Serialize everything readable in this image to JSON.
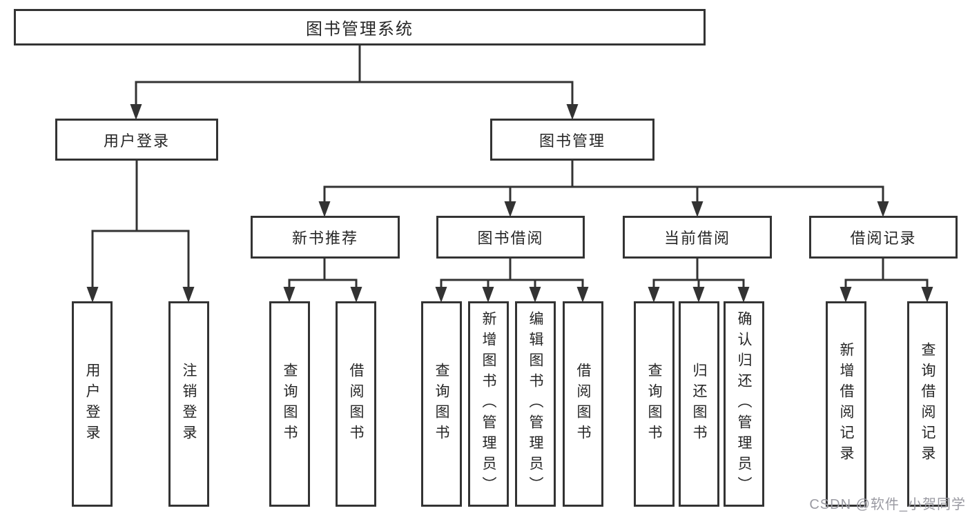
{
  "root": {
    "label": "图书管理系统"
  },
  "user_login": {
    "label": "用户登录",
    "children": {
      "login": {
        "label": "用户登录"
      },
      "logout": {
        "label": "注销登录"
      }
    }
  },
  "book_mgmt": {
    "label": "图书管理",
    "children": {
      "new_book_rec": {
        "label": "新书推荐",
        "children": {
          "query_books": {
            "label": "查询图书"
          },
          "borrow_books": {
            "label": "借阅图书"
          }
        }
      },
      "book_borrow": {
        "label": "图书借阅",
        "children": {
          "query_books": {
            "label": "查询图书"
          },
          "add_books_admin": {
            "label": "新增图书（管理员）"
          },
          "edit_books_admin": {
            "label": "编辑图书（管理员）"
          },
          "borrow_books": {
            "label": "借阅图书"
          }
        }
      },
      "current_borrow": {
        "label": "当前借阅",
        "children": {
          "query_books": {
            "label": "查询图书"
          },
          "return_books": {
            "label": "归还图书"
          },
          "confirm_return_admin": {
            "label": "确认归还（管理员）"
          }
        }
      },
      "borrow_records": {
        "label": "借阅记录",
        "children": {
          "add_borrow_record": {
            "label": "新增借阅记录"
          },
          "query_borrow_record": {
            "label": "查询借阅记录"
          }
        }
      }
    }
  },
  "watermark": {
    "text": "CSDN @软件_小贺同学"
  },
  "colors": {
    "line": "#333333",
    "box_border": "#333333",
    "box_fill": "#ffffff",
    "text": "#262626",
    "watermark": "#9a9aa2",
    "background": "#ffffff"
  }
}
